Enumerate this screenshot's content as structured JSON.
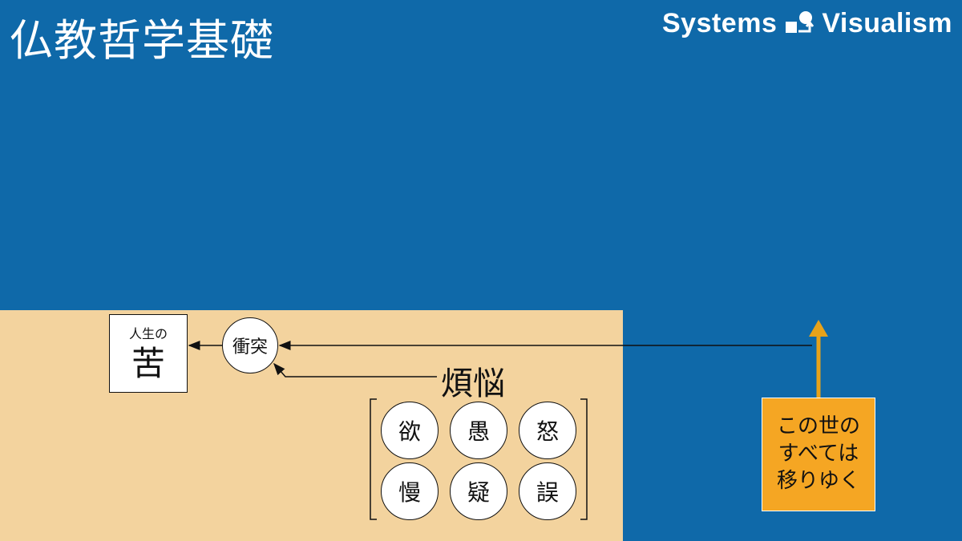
{
  "header": {
    "title": "仏教哲学基礎",
    "logo_left": "Systems",
    "logo_right": "Visualism"
  },
  "diagram": {
    "suffering_box": {
      "small": "人生の",
      "big": "苦"
    },
    "conflict": "衝突",
    "afflictions_label": "煩悩",
    "afflictions": [
      "欲",
      "愚",
      "怒",
      "慢",
      "疑",
      "誤"
    ],
    "impermanence_lines": [
      "この世の",
      "すべては",
      "移りゆく"
    ]
  },
  "colors": {
    "background": "#0f69a9",
    "panel": "#f3d39e",
    "impermanence_box": "#f5a623",
    "up_arrow": "#e7a21a"
  }
}
